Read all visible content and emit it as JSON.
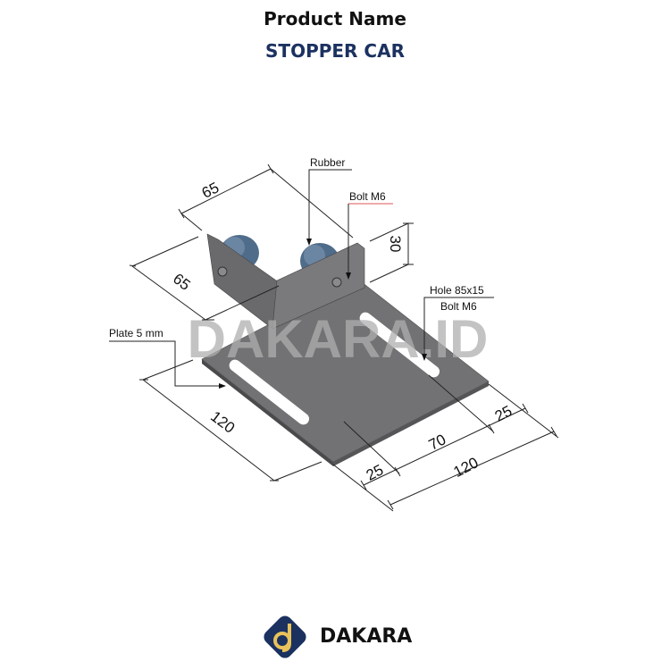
{
  "header": {
    "title": "Product Name",
    "product": "STOPPER CAR"
  },
  "drawing": {
    "labels": {
      "rubber": "Rubber",
      "bolt_top": "Bolt M6",
      "hole": "Hole 85x15",
      "bolt_hole": "Bolt M6",
      "plate": "Plate 5 mm"
    },
    "dimensions": {
      "flange_width": "65",
      "flange_depth": "65",
      "flange_height": "30",
      "plate_length": "120",
      "plate_width": "120",
      "edge_left": "25",
      "slot_spacing": "70",
      "edge_right": "25"
    },
    "watermark": "DAKARA.ID"
  },
  "brand": {
    "name": "DAKARA",
    "logo_letter": "d"
  },
  "colors": {
    "navy": "#1b3160",
    "steel": "#6f6f72",
    "rubber": "#4f6c8a",
    "gold": "#e8c25a"
  }
}
